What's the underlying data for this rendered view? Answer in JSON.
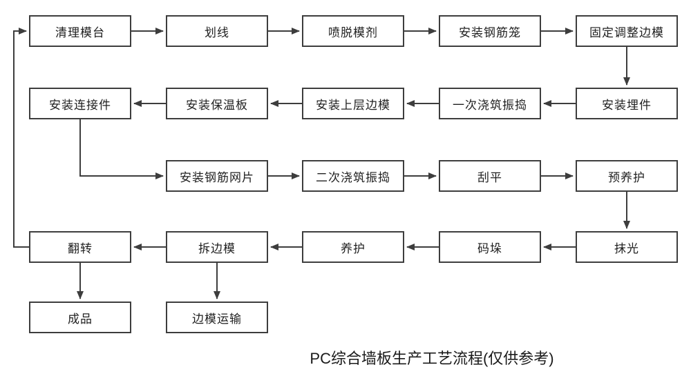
{
  "caption": "PC综合墙板生产工艺流程(仅供参考)",
  "colors": {
    "line": "#3d3d3d",
    "text": "#1f1f1f",
    "background": "#ffffff"
  },
  "nodes": {
    "clean_mold_table": "清理模台",
    "marking": "划线",
    "spray_release_agent": "喷脱模剂",
    "install_rebar_cage": "安装钢筋笼",
    "fix_adjust_side_forms": "固定调整边模",
    "install_embeds": "安装埋件",
    "first_pour_vibrate": "一次浇筑振捣",
    "install_upper_side_forms": "安装上层边模",
    "install_insulation_board": "安装保温板",
    "install_connectors": "安装连接件",
    "install_rebar_mesh": "安装钢筋网片",
    "second_pour_vibrate": "二次浇筑振捣",
    "screed": "刮平",
    "pre_curing": "预养护",
    "troweling": "抹光",
    "stacking": "码垛",
    "curing": "养护",
    "remove_side_forms": "拆边模",
    "flip": "翻转",
    "finished_product": "成品",
    "side_form_transport": "边模运输"
  },
  "edges": [
    [
      "clean_mold_table",
      "marking"
    ],
    [
      "marking",
      "spray_release_agent"
    ],
    [
      "spray_release_agent",
      "install_rebar_cage"
    ],
    [
      "install_rebar_cage",
      "fix_adjust_side_forms"
    ],
    [
      "fix_adjust_side_forms",
      "install_embeds"
    ],
    [
      "install_embeds",
      "first_pour_vibrate"
    ],
    [
      "first_pour_vibrate",
      "install_upper_side_forms"
    ],
    [
      "install_upper_side_forms",
      "install_insulation_board"
    ],
    [
      "install_insulation_board",
      "install_connectors"
    ],
    [
      "install_connectors",
      "install_rebar_mesh"
    ],
    [
      "install_rebar_mesh",
      "second_pour_vibrate"
    ],
    [
      "second_pour_vibrate",
      "screed"
    ],
    [
      "screed",
      "pre_curing"
    ],
    [
      "pre_curing",
      "troweling"
    ],
    [
      "troweling",
      "stacking"
    ],
    [
      "stacking",
      "curing"
    ],
    [
      "curing",
      "remove_side_forms"
    ],
    [
      "remove_side_forms",
      "flip"
    ],
    [
      "flip",
      "finished_product"
    ],
    [
      "remove_side_forms",
      "side_form_transport"
    ],
    [
      "flip",
      "clean_mold_table"
    ]
  ]
}
